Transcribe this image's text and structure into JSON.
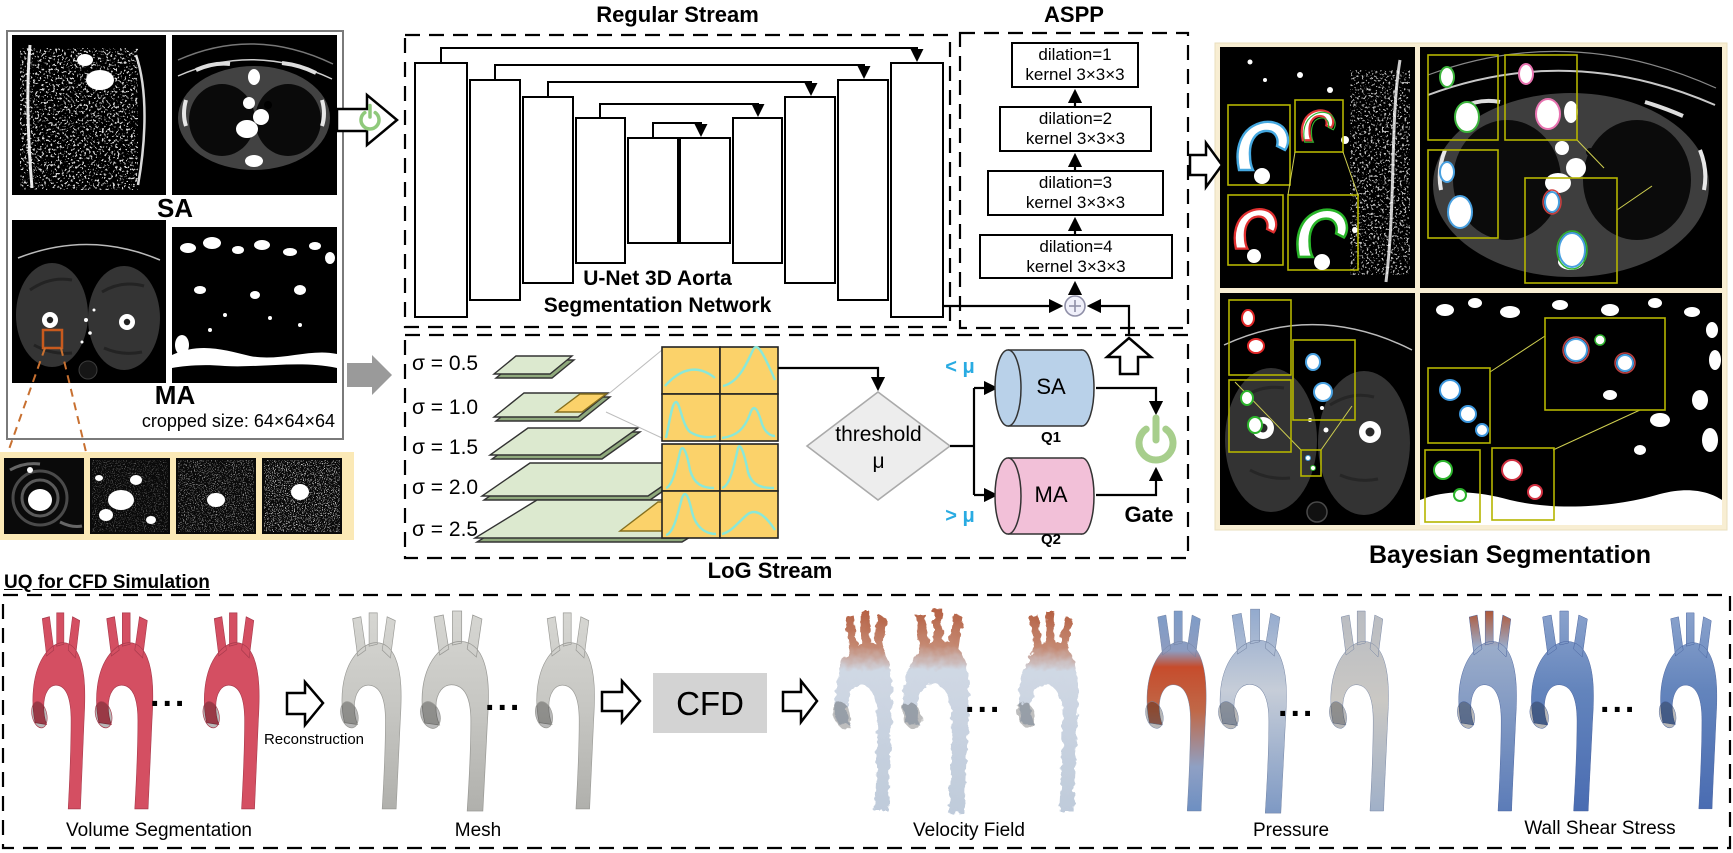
{
  "input_panel": {
    "sa_label": "SA",
    "ma_label": "MA",
    "cropped_size": "cropped size: 64×64×64"
  },
  "regular_stream": {
    "title": "Regular Stream",
    "unet_title_line1": "U-Net 3D Aorta",
    "unet_title_line2": "Segmentation Network"
  },
  "aspp": {
    "title": "ASPP",
    "blocks": [
      {
        "dilation": "dilation=1",
        "kernel": "kernel 3×3×3"
      },
      {
        "dilation": "dilation=2",
        "kernel": "kernel 3×3×3"
      },
      {
        "dilation": "dilation=3",
        "kernel": "kernel 3×3×3"
      },
      {
        "dilation": "dilation=4",
        "kernel": "kernel 3×3×3"
      }
    ]
  },
  "log_stream": {
    "title": "LoG Stream",
    "sigma_labels": [
      "σ = 0.5",
      "σ = 1.0",
      "σ = 1.5",
      "σ = 2.0",
      "σ = 2.5"
    ],
    "threshold_line1": "threshold",
    "threshold_line2": "μ",
    "less_than_mu": "< μ",
    "greater_than_mu": "> μ",
    "sa_queue": "SA",
    "ma_queue": "MA",
    "q1_label": "Q1",
    "q2_label": "Q2",
    "gate_label": "Gate"
  },
  "bayesian": {
    "title": "Bayesian Segmentation"
  },
  "uq_pipeline": {
    "title": "UQ for CFD Simulation",
    "volume_label": "Volume Segmentation",
    "reconstruction_label": "Reconstruction",
    "mesh_label": "Mesh",
    "cfd_label": "CFD",
    "velocity_label": "Velocity Field",
    "pressure_label": "Pressure",
    "wss_label": "Wall Shear Stress",
    "ellipsis": "..."
  },
  "colors": {
    "gate_green": "#a5cd8a",
    "threshold_cyan": "#29abe2",
    "sa_cylinder_fill": "#b9d1e9",
    "ma_cylinder_fill": "#f2c0d8",
    "grid_yellow": "#fbd26a",
    "plane_green": "#dce9cf",
    "volume_red": "#d44f62",
    "panel_cream": "#f8eed3",
    "contour_box_olive": "#b5b500",
    "crop_highlight_orange": "#c85a1e"
  }
}
